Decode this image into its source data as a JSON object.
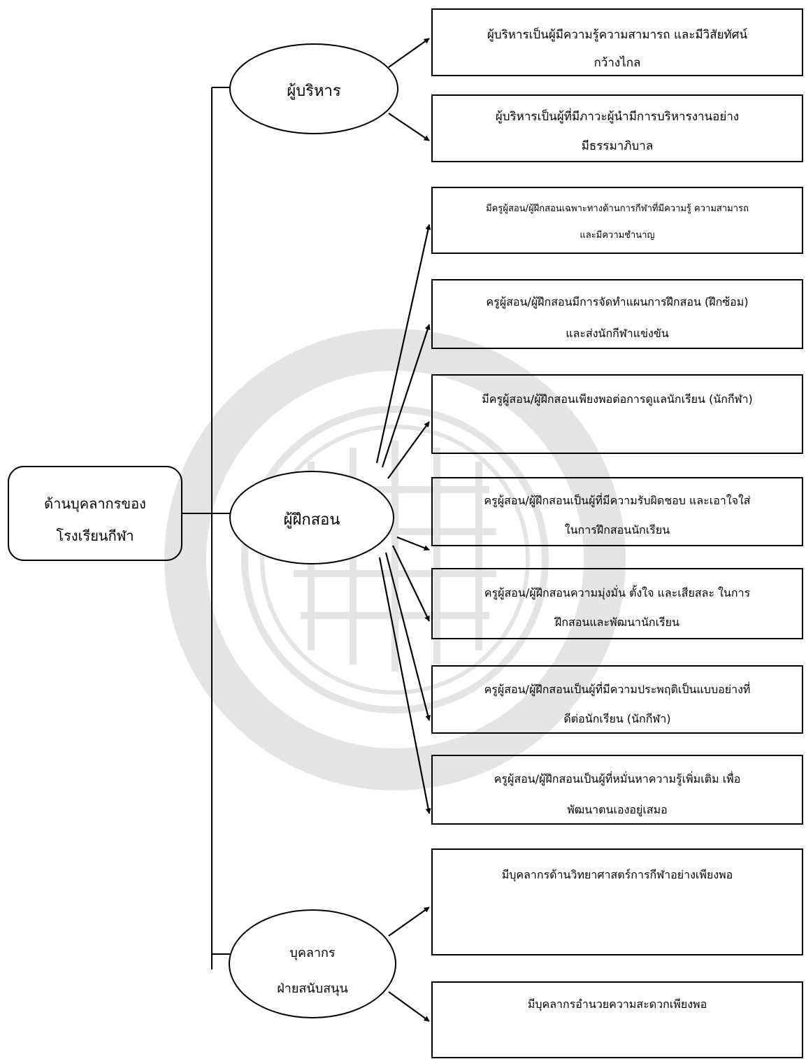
{
  "root": {
    "label_lines": [
      "ด้านบุคลากรของ",
      "โรงเรียนกีฬา"
    ]
  },
  "categories": [
    {
      "name": "executive",
      "label_lines": [
        "ผู้บริหาร"
      ],
      "items": [
        [
          "ผู้บริหารเป็นผู้มีความรู้ความสามารถ และมีวิสัยทัศน์",
          "กว้างไกล"
        ],
        [
          "ผู้บริหารเป็นผู้ที่มีภาวะผู้นำมีการบริหารงานอย่าง",
          "มีธรรมาภิบาล"
        ]
      ]
    },
    {
      "name": "coach",
      "label_lines": [
        "ผู้ฝึกสอน"
      ],
      "items": [
        [
          "มีครูผู้สอน/ผู้ฝึกสอนเฉพาะทางด้านการกีฬาที่มีความรู้ ความสามารถ",
          "และมีความชำนาญ"
        ],
        [
          "ครูผู้สอน/ผู้ฝึกสอนมีการจัดทำแผนการฝึกสอน (ฝึกซ้อม)",
          "และส่งนักกีฬาแข่งขัน"
        ],
        [
          "มีครูผู้สอน/ผู้ฝึกสอนเพียงพอต่อการดูแลนักเรียน (นักกีฬา)"
        ],
        [
          "ครูผู้สอน/ผู้ฝึกสอนเป็นผู้ที่มีความรับผิดชอบ และเอาใจใส่",
          "ในการฝึกสอนนักเรียน"
        ],
        [
          "ครูผู้สอน/ผู้ฝึกสอนความมุ่งมั่น ตั้งใจ และเสียสละ ในการ",
          "ฝึกสอนและพัฒนานักเรียน"
        ],
        [
          "ครูผู้สอน/ผู้ฝึกสอนเป็นผู้ที่มีความประพฤติเป็นแบบอย่างที่",
          "ดีต่อนักเรียน (นักกีฬา)"
        ],
        [
          "ครูผู้สอน/ผู้ฝึกสอนเป็นผู้ที่หมั่นหาความรู้เพิ่มเติม เพื่อ",
          "พัฒนาตนเองอยู่เสมอ"
        ]
      ]
    },
    {
      "name": "support-staff",
      "label_lines": [
        "บุคลากร",
        "ฝ่ายสนับสนุน"
      ],
      "items": [
        [
          "มีบุคลากรด้านวิทยาศาสตร์การกีฬาอย่างเพียงพอ"
        ],
        [
          "มีบุคลากรอำนวยความสะดวกเพียงพอ"
        ]
      ]
    }
  ]
}
